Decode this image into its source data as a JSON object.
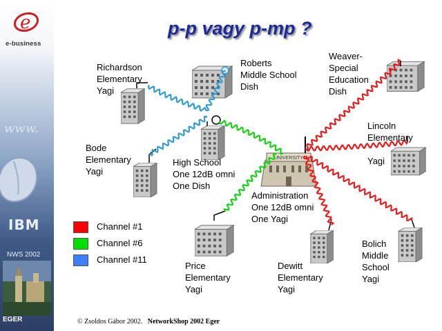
{
  "slide": {
    "title": "p-p vagy p-mp ?",
    "branding": {
      "tagline": "e-business",
      "company": "IBM",
      "event": "NWS 2002",
      "city": "EGER"
    },
    "footer": {
      "copyright": "© Zsoldos Gábor 2002.",
      "event": "NetworkShop 2002 Eger"
    }
  },
  "diagram": {
    "sites": [
      {
        "key": "richardson",
        "text": "Richardson\nElementary\nYagi"
      },
      {
        "key": "roberts",
        "text": "Roberts\nMiddle School\nDish"
      },
      {
        "key": "weaver",
        "text": "Weaver-\nSpecial\nEducation\nDish"
      },
      {
        "key": "lincoln",
        "text": "Lincoln\nElementary\n\nYagi"
      },
      {
        "key": "bode",
        "text": "Bode\nElementary\nYagi"
      },
      {
        "key": "highschool",
        "text": "High School\nOne 12dB omni\nOne Dish"
      },
      {
        "key": "admin",
        "text": "Administration\nOne 12dB omni\nOne Yagi"
      },
      {
        "key": "price",
        "text": "Price\nElementary\nYagi"
      },
      {
        "key": "dewitt",
        "text": "Dewitt\nElementary\nYagi"
      },
      {
        "key": "bolich",
        "text": "Bolich\nMiddle\nSchool\nYagi"
      }
    ],
    "admin_building_sign": "UNIVERSITY",
    "legend": [
      {
        "label": "Channel #1",
        "color": "#ff0000"
      },
      {
        "label": "Channel #6",
        "color": "#00e000"
      },
      {
        "label": "Channel #11",
        "color": "#3d7fff"
      }
    ],
    "colors": {
      "title": "#1a2a9a",
      "channel1": "#e41b1b",
      "channel6": "#14d314",
      "channel11": "#2f9bd0"
    }
  }
}
